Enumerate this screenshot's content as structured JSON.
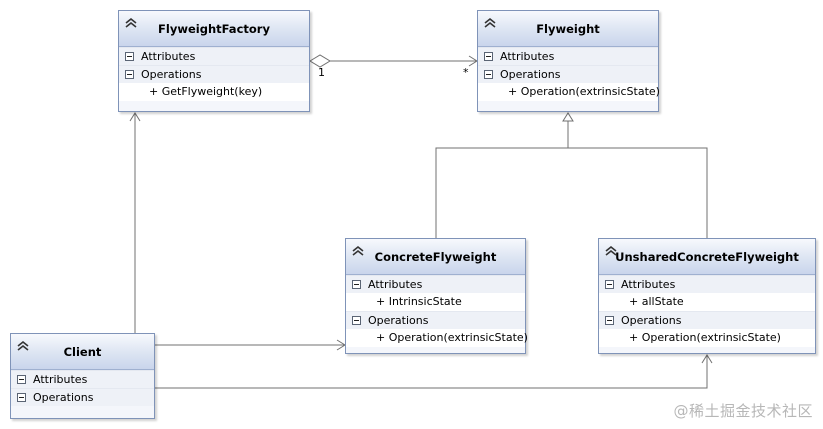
{
  "classes": {
    "flyweight_factory": {
      "name": "FlyweightFactory",
      "attributes_label": "Attributes",
      "operations_label": "Operations",
      "operations": [
        "+ GetFlyweight(key)"
      ]
    },
    "flyweight": {
      "name": "Flyweight",
      "attributes_label": "Attributes",
      "operations_label": "Operations",
      "operations": [
        "+ Operation(extrinsicState)"
      ]
    },
    "concrete_flyweight": {
      "name": "ConcreteFlyweight",
      "attributes_label": "Attributes",
      "attributes": [
        "+ IntrinsicState"
      ],
      "operations_label": "Operations",
      "operations": [
        "+ Operation(extrinsicState)"
      ]
    },
    "unshared_concrete_flyweight": {
      "name": "UnsharedConcreteFlyweight",
      "attributes_label": "Attributes",
      "attributes": [
        "+ allState"
      ],
      "operations_label": "Operations",
      "operations": [
        "+ Operation(extrinsicState)"
      ]
    },
    "client": {
      "name": "Client",
      "attributes_label": "Attributes",
      "operations_label": "Operations"
    }
  },
  "multiplicities": {
    "factory_end": "1",
    "flyweight_end": "*"
  },
  "icons": {
    "collapse": "double-chevron-up-icon",
    "section_toggle": "collapse-box-icon"
  },
  "colors": {
    "header_gradient_top": "#f7f9fd",
    "header_gradient_bottom": "#c9d5ec",
    "border": "#7f93b8",
    "line": "#6f6f6f"
  },
  "watermark": "@稀土掘金技术社区"
}
